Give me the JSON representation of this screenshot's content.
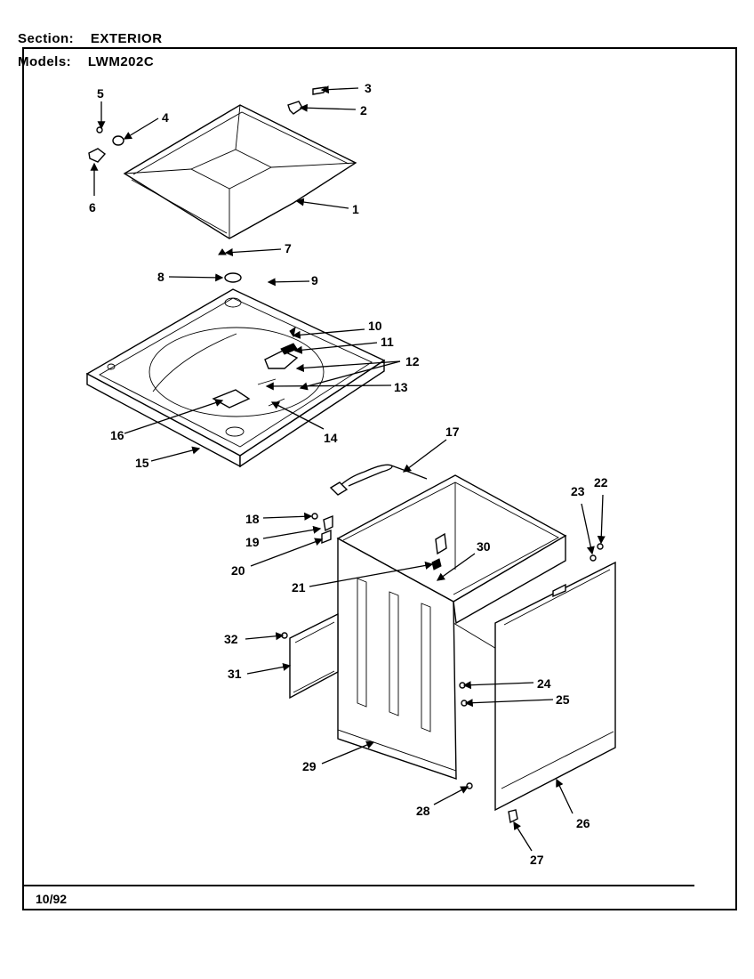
{
  "header": {
    "section_key": "Section:",
    "section_value": "EXTERIOR",
    "models_key": "Models:",
    "models_value": "LWM202C"
  },
  "footer": {
    "date": "10/92"
  },
  "callouts": [
    "1",
    "2",
    "3",
    "4",
    "5",
    "6",
    "7",
    "8",
    "9",
    "10",
    "11",
    "12",
    "13",
    "14",
    "15",
    "16",
    "17",
    "18",
    "19",
    "20",
    "21",
    "22",
    "23",
    "24",
    "25",
    "26",
    "27",
    "28",
    "29",
    "30",
    "31",
    "32"
  ]
}
